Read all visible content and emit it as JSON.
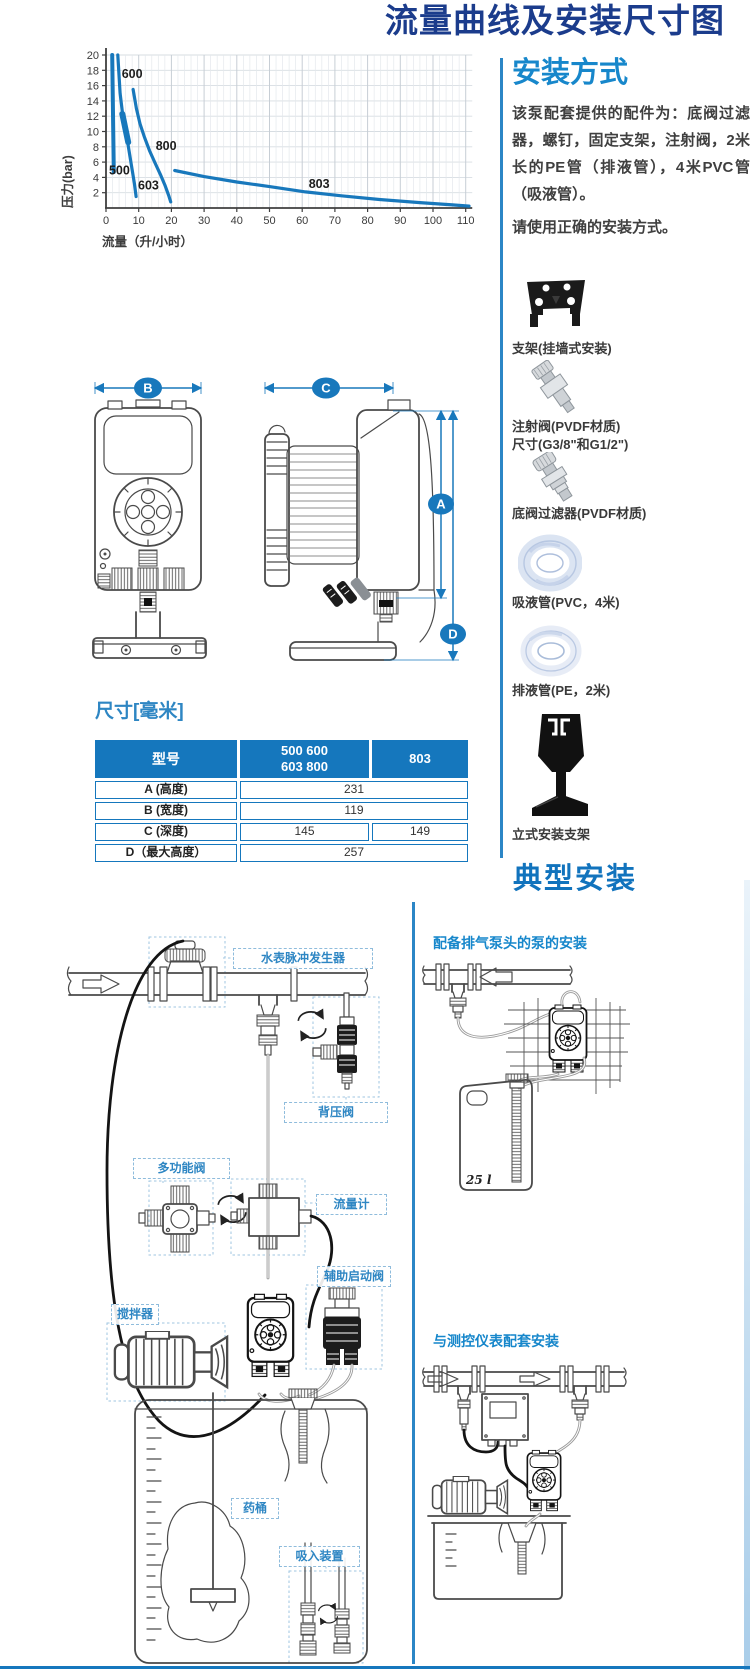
{
  "page": {
    "title": "流量曲线及安装尺寸图"
  },
  "chart_data": {
    "type": "line",
    "title": "",
    "xlabel": "流量（升/小时）",
    "ylabel": "压力(bar)",
    "xlim": [
      0,
      112
    ],
    "ylim": [
      0,
      20
    ],
    "x_ticks": [
      0,
      10,
      20,
      30,
      40,
      50,
      60,
      70,
      80,
      90,
      100,
      110
    ],
    "y_ticks": [
      2,
      4,
      6,
      8,
      10,
      12,
      14,
      16,
      18,
      20
    ],
    "grid": {
      "x_minor_step": 2,
      "y_step": 2
    },
    "line_color": "#1878bc",
    "legend": "curve labels printed next to lines",
    "series": [
      {
        "name": "500",
        "width": 4,
        "points": [
          [
            1.9,
            20
          ],
          [
            2.4,
            4.7
          ]
        ]
      },
      {
        "name": "600",
        "width": 3.2,
        "points": [
          [
            3.6,
            20
          ],
          [
            4.3,
            15
          ],
          [
            5.1,
            12.2
          ],
          [
            6.4,
            9.2
          ],
          [
            7.5,
            6.3
          ],
          [
            8.7,
            3.2
          ],
          [
            9.2,
            1.5
          ]
        ]
      },
      {
        "name": "603",
        "width": 6,
        "points": [
          [
            5.0,
            12.3
          ],
          [
            6.8,
            8.6
          ]
        ]
      },
      {
        "name": "800",
        "width": 3.2,
        "points": [
          [
            8.3,
            15.5
          ],
          [
            9.3,
            13
          ],
          [
            10.4,
            11
          ],
          [
            11.8,
            9.2
          ],
          [
            13.3,
            7.5
          ],
          [
            15,
            5.9
          ],
          [
            16.6,
            4.4
          ],
          [
            18,
            3
          ],
          [
            19.2,
            1.6
          ],
          [
            19.8,
            0.8
          ]
        ]
      },
      {
        "name": "803",
        "width": 3.2,
        "points": [
          [
            21,
            4.9
          ],
          [
            30,
            4.1
          ],
          [
            40,
            3.4
          ],
          [
            50,
            2.8
          ],
          [
            61,
            2.1
          ],
          [
            72,
            1.6
          ],
          [
            84,
            1.1
          ],
          [
            96,
            0.7
          ],
          [
            106,
            0.4
          ],
          [
            111,
            0.25
          ]
        ]
      }
    ],
    "annotations": [
      {
        "text": "600",
        "x": 4.8,
        "y": 17.0
      },
      {
        "text": "500",
        "x": 0.9,
        "y": 4.4
      },
      {
        "text": "800",
        "x": 15.2,
        "y": 7.6
      },
      {
        "text": "603",
        "x": 9.8,
        "y": 2.4
      },
      {
        "text": "803",
        "x": 62,
        "y": 2.6
      }
    ]
  },
  "install": {
    "heading": "安装方式",
    "para1": "该泵配套提供的配件为：底阀过滤器，螺钉，固定支架，注射阀，2米长的PE管（排液管），4米PVC管（吸液管）。",
    "para2": "请使用正确的安装方式。",
    "accessories": [
      {
        "icon": "wall-bracket",
        "caption": "支架(挂墙式安装)"
      },
      {
        "icon": "injection-valve",
        "caption": "注射阀(PVDF材质)",
        "caption2": "尺寸(G3/8\"和G1/2\")"
      },
      {
        "icon": "foot-valve-filter",
        "caption": "底阀过滤器(PVDF材质)"
      },
      {
        "icon": "suction-tube-coil",
        "caption": "吸液管(PVC，4米)"
      },
      {
        "icon": "discharge-tube-coil",
        "caption": "排液管(PE，2米)"
      },
      {
        "icon": "floor-stand-bracket",
        "caption": "立式安装支架"
      }
    ]
  },
  "dimensions": {
    "heading": "尺寸[毫米]",
    "labels": {
      "a": "A",
      "b": "B",
      "c": "C",
      "d": "D"
    },
    "table": {
      "col_model": "型号",
      "col_group": "500 600",
      "col_group2": "603 800",
      "col_803": "803",
      "rows": [
        {
          "label": "A (高度)",
          "value": "231"
        },
        {
          "label": "B (宽度)",
          "value": "119"
        },
        {
          "label": "C (深度)",
          "value": "145",
          "value2": "149"
        },
        {
          "label": "D（最大高度）",
          "value": "257"
        }
      ]
    }
  },
  "typical": {
    "heading": "典型安装",
    "labels": {
      "water_meter": "水表脉冲发生器",
      "back_pressure_valve": "背压阀",
      "multi_function_valve": "多功能阀",
      "flow_meter": "流量计",
      "aux_priming_valve": "辅助启动阀",
      "mixer": "搅拌器",
      "tank": "药桶",
      "suction_device": "吸入装置"
    },
    "right_top_title": "配备排气泵头的泵的安装",
    "right_bottom_title": "与测控仪表配套安装",
    "can_label": "25 l"
  }
}
